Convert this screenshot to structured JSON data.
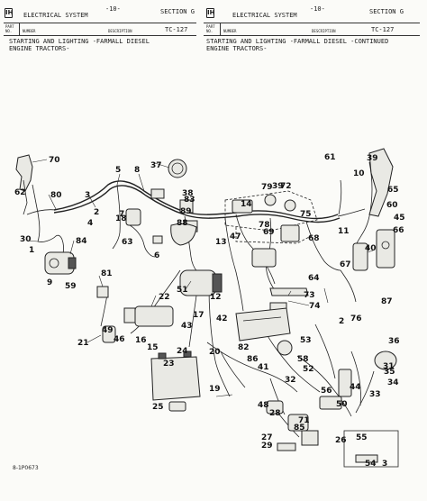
{
  "header": {
    "left": {
      "system": "ELECTRICAL SYSTEM",
      "page": "-10-",
      "section": "SECTION G",
      "col_part": "PART",
      "col_no": "NO.",
      "col_number": "NUMBER",
      "col_description": "DESCRIPTION",
      "catalog_ref": "TC-127",
      "title_line1": "STARTING AND LIGHTING -FARMALL DIESEL",
      "title_line2": "ENGINE TRACTORS-"
    },
    "right": {
      "system": "ELECTRICAL SYSTEM",
      "page": "-10-",
      "section": "SECTION G",
      "col_part": "PART",
      "col_no": "NO.",
      "col_number": "NUMBER",
      "col_description": "DESCRIPTION",
      "catalog_ref": "TC-127",
      "title_line1": "STARTING AND LIGHTING -FARMALL DIESEL -CONTINUED",
      "title_line2": "ENGINE TRACTORS-"
    }
  },
  "logo_letter": "IH",
  "diagram": {
    "catalog_number": "8-1P0673",
    "callouts": [
      "70",
      "62",
      "80",
      "3",
      "2",
      "4",
      "5",
      "8",
      "37",
      "7",
      "18",
      "63",
      "6",
      "38",
      "83",
      "89",
      "88",
      "79",
      "39",
      "72",
      "14",
      "78",
      "69",
      "47",
      "13",
      "68",
      "75",
      "60",
      "11",
      "65",
      "40",
      "61",
      "39",
      "10",
      "45",
      "66",
      "30",
      "1",
      "84",
      "9",
      "59",
      "81",
      "22",
      "51",
      "12",
      "64",
      "73",
      "74",
      "67",
      "87",
      "76",
      "49",
      "46",
      "21",
      "16",
      "17",
      "42",
      "43",
      "15",
      "23",
      "20",
      "24",
      "82",
      "86",
      "53",
      "58",
      "32",
      "52",
      "19",
      "25",
      "41",
      "2",
      "31",
      "36",
      "35",
      "34",
      "26",
      "56",
      "50",
      "33",
      "44",
      "48",
      "28",
      "29",
      "27",
      "55",
      "85",
      "71",
      "54",
      "3"
    ]
  }
}
